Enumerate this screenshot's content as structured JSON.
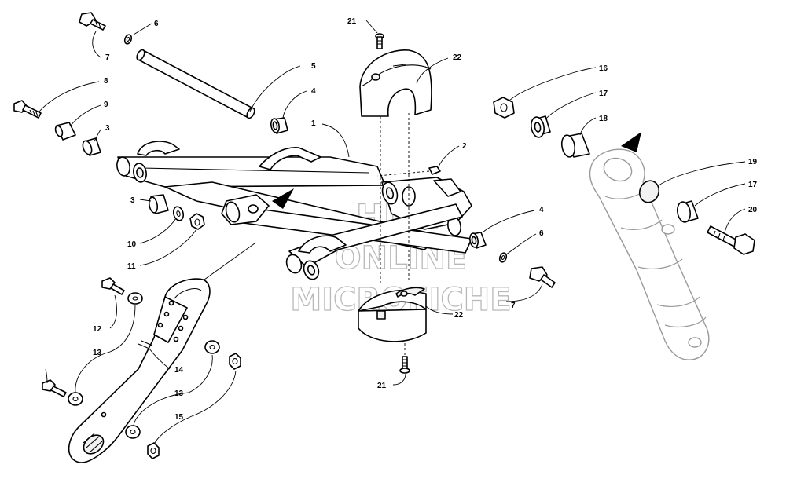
{
  "callouts": [
    {
      "id": "c1",
      "label": "1"
    },
    {
      "id": "c2",
      "label": "2"
    },
    {
      "id": "c3a",
      "label": "3"
    },
    {
      "id": "c3b",
      "label": "3"
    },
    {
      "id": "c4a",
      "label": "4"
    },
    {
      "id": "c4b",
      "label": "4"
    },
    {
      "id": "c5",
      "label": "5"
    },
    {
      "id": "c6a",
      "label": "6"
    },
    {
      "id": "c6b",
      "label": "6"
    },
    {
      "id": "c7a",
      "label": "7"
    },
    {
      "id": "c7b",
      "label": "7"
    },
    {
      "id": "c8",
      "label": "8"
    },
    {
      "id": "c9",
      "label": "9"
    },
    {
      "id": "c10",
      "label": "10"
    },
    {
      "id": "c11",
      "label": "11"
    },
    {
      "id": "c12",
      "label": "12"
    },
    {
      "id": "c13a",
      "label": "13"
    },
    {
      "id": "c13b",
      "label": "13"
    },
    {
      "id": "c14",
      "label": "14"
    },
    {
      "id": "c15",
      "label": "15"
    },
    {
      "id": "c16",
      "label": "16"
    },
    {
      "id": "c17a",
      "label": "17"
    },
    {
      "id": "c17b",
      "label": "17"
    },
    {
      "id": "c18",
      "label": "18"
    },
    {
      "id": "c19",
      "label": "19"
    },
    {
      "id": "c20",
      "label": "20"
    },
    {
      "id": "c21a",
      "label": "21"
    },
    {
      "id": "c21b",
      "label": "21"
    },
    {
      "id": "c22a",
      "label": "22"
    },
    {
      "id": "c22b",
      "label": "22"
    }
  ],
  "watermark": {
    "line1": "HLSM",
    "line2": "ONLINE",
    "line3": "MICROFICHE"
  },
  "colors": {
    "ink": "#000000",
    "faded_shock": "#9a9a9a",
    "watermark": "#b9b9b9"
  }
}
